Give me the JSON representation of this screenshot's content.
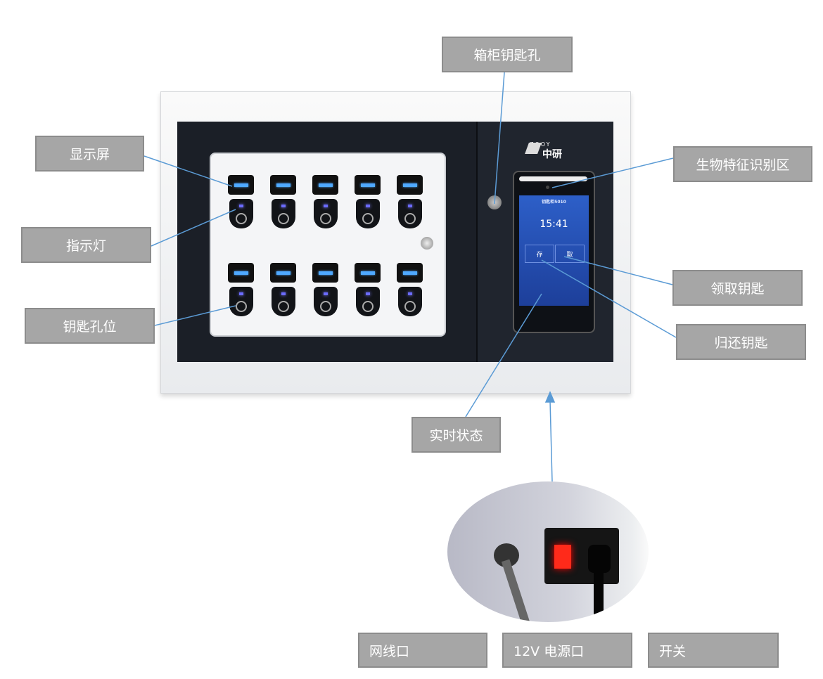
{
  "labels": {
    "key_lock": "箱柜钥匙孔",
    "display": "显示屏",
    "indicator": "指示灯",
    "key_slot": "钥匙孔位",
    "biometric": "生物特征识别区",
    "take_key": "领取钥匙",
    "return_key": "归还钥匙",
    "status": "实时状态",
    "network_port": "网线口",
    "power_port": "12V 电源口",
    "switch": "开关"
  },
  "logo": {
    "brand": "ZOOY",
    "name": "中研"
  },
  "screen": {
    "title": "钥匙柜5010",
    "time": "15:41",
    "store": "存",
    "take": "取"
  },
  "colors": {
    "label_bg": "#a6a6a6",
    "line": "#5b9bd5"
  }
}
